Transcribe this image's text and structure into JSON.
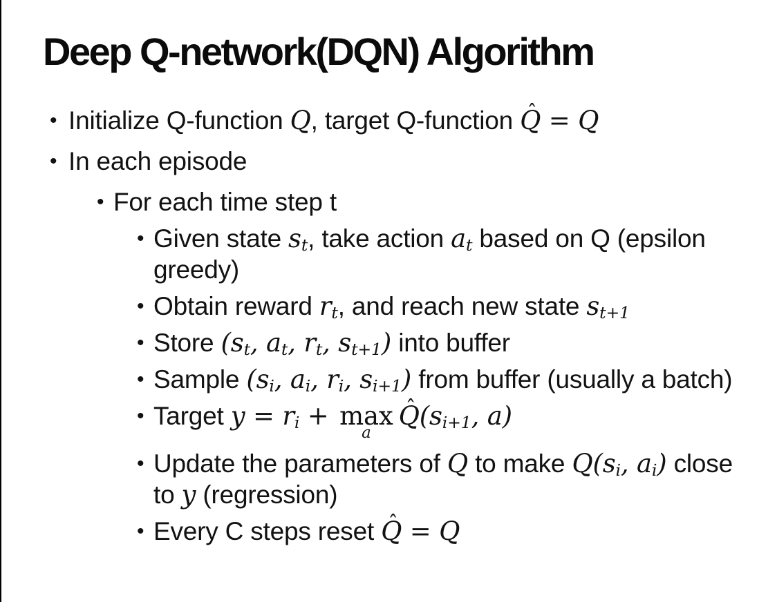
{
  "slide": {
    "title": "Deep Q-network(DQN) Algorithm",
    "bullet_char": "•",
    "colors": {
      "text": "#121212",
      "title_text": "#0b0b0b",
      "background": "#ffffff",
      "left_edge": "#000000"
    },
    "bullets": [
      {
        "level": 1,
        "name": "initialize-q-function",
        "segs": [
          {
            "k": "t",
            "v": "Initialize Q-function "
          },
          {
            "k": "m",
            "v": "Q"
          },
          {
            "k": "t",
            "v": ", target Q-function "
          },
          {
            "k": "mh",
            "v": "Q"
          },
          {
            "k": "m",
            "v": " = Q"
          }
        ]
      },
      {
        "level": 1,
        "name": "in-each-episode",
        "segs": [
          {
            "k": "t",
            "v": "In each episode"
          }
        ]
      },
      {
        "level": 2,
        "name": "for-each-time-step",
        "segs": [
          {
            "k": "t",
            "v": "For each time step t"
          }
        ]
      },
      {
        "level": 3,
        "name": "given-state-take-action",
        "segs": [
          {
            "k": "t",
            "v": "Given state "
          },
          {
            "k": "ms",
            "b": "s",
            "s": "t"
          },
          {
            "k": "t",
            "v": ", take action "
          },
          {
            "k": "ms",
            "b": "a",
            "s": "t"
          },
          {
            "k": "t",
            "v": " based on Q (epsilon"
          },
          {
            "k": "br"
          },
          {
            "k": "t",
            "v": "greedy)"
          }
        ]
      },
      {
        "level": 3,
        "name": "obtain-reward",
        "segs": [
          {
            "k": "t",
            "v": "Obtain reward "
          },
          {
            "k": "ms",
            "b": "r",
            "s": "t"
          },
          {
            "k": "t",
            "v": ", and reach new state "
          },
          {
            "k": "ms",
            "b": "s",
            "s": "t+1"
          }
        ]
      },
      {
        "level": 3,
        "name": "store-into-buffer",
        "segs": [
          {
            "k": "t",
            "v": "Store "
          },
          {
            "k": "m",
            "v": "("
          },
          {
            "k": "ms",
            "b": "s",
            "s": "t"
          },
          {
            "k": "m",
            "v": ", "
          },
          {
            "k": "ms",
            "b": "a",
            "s": "t"
          },
          {
            "k": "m",
            "v": ", "
          },
          {
            "k": "ms",
            "b": "r",
            "s": "t"
          },
          {
            "k": "m",
            "v": ", "
          },
          {
            "k": "ms",
            "b": "s",
            "s": "t+1"
          },
          {
            "k": "m",
            "v": ")"
          },
          {
            "k": "t",
            "v": " into buffer"
          }
        ]
      },
      {
        "level": 3,
        "name": "sample-from-buffer",
        "segs": [
          {
            "k": "t",
            "v": "Sample "
          },
          {
            "k": "m",
            "v": "("
          },
          {
            "k": "ms",
            "b": "s",
            "s": "i"
          },
          {
            "k": "m",
            "v": ", "
          },
          {
            "k": "ms",
            "b": "a",
            "s": "i"
          },
          {
            "k": "m",
            "v": ", "
          },
          {
            "k": "ms",
            "b": "r",
            "s": "i"
          },
          {
            "k": "m",
            "v": ", "
          },
          {
            "k": "ms",
            "b": "s",
            "s": "i+1"
          },
          {
            "k": "m",
            "v": ")"
          },
          {
            "k": "t",
            "v": " from buffer (usually a batch)"
          }
        ]
      },
      {
        "level": 3,
        "name": "target-equation",
        "extra_space": true,
        "segs": [
          {
            "k": "t",
            "v": "Target "
          },
          {
            "k": "m",
            "v": "y = "
          },
          {
            "k": "ms",
            "b": "r",
            "s": "i"
          },
          {
            "k": "m",
            "v": " + "
          },
          {
            "k": "op",
            "op": "max",
            "under": "a"
          },
          {
            "k": "mh",
            "v": "Q"
          },
          {
            "k": "m",
            "v": "("
          },
          {
            "k": "ms",
            "b": "s",
            "s": "i+1"
          },
          {
            "k": "m",
            "v": ", a)"
          }
        ]
      },
      {
        "level": 3,
        "name": "update-parameters",
        "segs": [
          {
            "k": "t",
            "v": "Update the parameters of "
          },
          {
            "k": "m",
            "v": "Q"
          },
          {
            "k": "t",
            "v": " to make "
          },
          {
            "k": "m",
            "v": "Q("
          },
          {
            "k": "ms",
            "b": "s",
            "s": "i"
          },
          {
            "k": "m",
            "v": ", "
          },
          {
            "k": "ms",
            "b": "a",
            "s": "i"
          },
          {
            "k": "m",
            "v": ")"
          },
          {
            "k": "t",
            "v": " close"
          },
          {
            "k": "br"
          },
          {
            "k": "t",
            "v": "to "
          },
          {
            "k": "m",
            "v": "y"
          },
          {
            "k": "t",
            "v": " (regression)"
          }
        ]
      },
      {
        "level": 3,
        "name": "every-c-steps-reset",
        "segs": [
          {
            "k": "t",
            "v": "Every C steps reset "
          },
          {
            "k": "mh",
            "v": "Q"
          },
          {
            "k": "m",
            "v": " = Q"
          }
        ]
      }
    ]
  }
}
